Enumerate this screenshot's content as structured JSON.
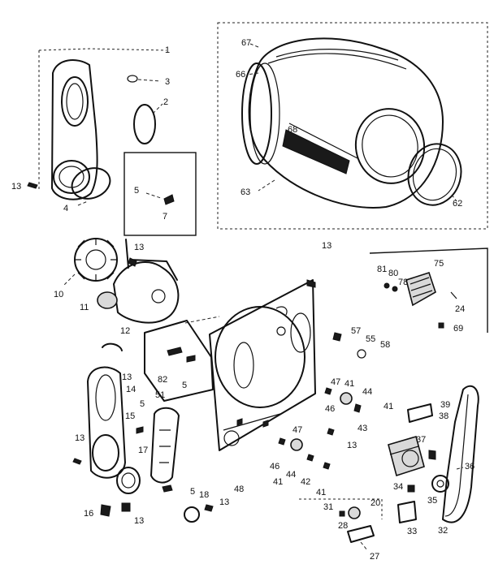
{
  "callouts": {
    "n1": "1",
    "n2": "2",
    "n3": "3",
    "n4": "4",
    "n5a": "5",
    "n5b": "5",
    "n5c": "5",
    "n5d": "5",
    "n7": "7",
    "n10": "10",
    "n11": "11",
    "n12": "12",
    "n13a": "13",
    "n13b": "13",
    "n13c": "13",
    "n13d": "13",
    "n13e": "13",
    "n13f": "13",
    "n13g": "13",
    "n13h": "13",
    "n14": "14",
    "n15": "15",
    "n16": "16",
    "n17": "17",
    "n18": "18",
    "n20": "20",
    "n24": "24",
    "n27": "27",
    "n28": "28",
    "n31": "31",
    "n32": "32",
    "n33": "33",
    "n34": "34",
    "n35": "35",
    "n36": "36",
    "n37": "37",
    "n38": "38",
    "n39": "39",
    "n41a": "41",
    "n41b": "41",
    "n41c": "41",
    "n41d": "41",
    "n42": "42",
    "n43": "43",
    "n44a": "44",
    "n44b": "44",
    "n46a": "46",
    "n46b": "46",
    "n47a": "47",
    "n47b": "47",
    "n48": "48",
    "n51": "51",
    "n55": "55",
    "n57": "57",
    "n58": "58",
    "n62": "62",
    "n63": "63",
    "n66": "66",
    "n67": "67",
    "n68": "68",
    "n69": "69",
    "n75": "75",
    "n78": "78",
    "n80": "80",
    "n81": "81",
    "n82": "82"
  }
}
